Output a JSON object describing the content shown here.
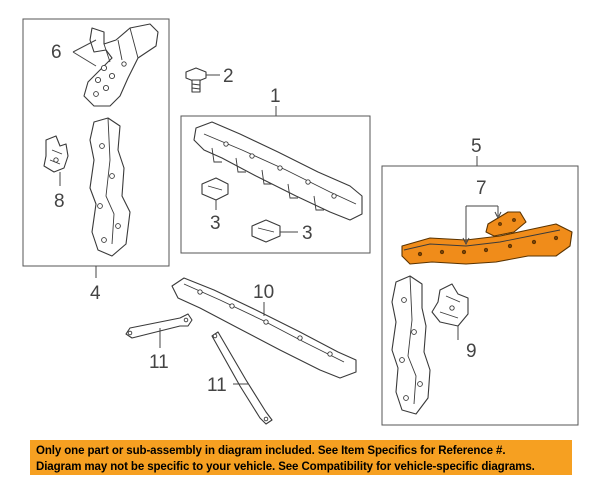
{
  "callouts": {
    "c1": "1",
    "c2": "2",
    "c3a": "3",
    "c3b": "3",
    "c4": "4",
    "c5": "5",
    "c6": "6",
    "c7": "7",
    "c8": "8",
    "c9": "9",
    "c10": "10",
    "c11a": "11",
    "c11b": "11"
  },
  "disclaimer": {
    "line1": "Only one part or sub-assembly in diagram included. See Item Specifics for Reference #.",
    "line2": "Diagram may not be specific to your vehicle. See Compatibility for vehicle-specific diagrams."
  },
  "colors": {
    "highlight_part": "#f08c1a",
    "banner": "#f6a021",
    "line": "#3a3a3a"
  }
}
